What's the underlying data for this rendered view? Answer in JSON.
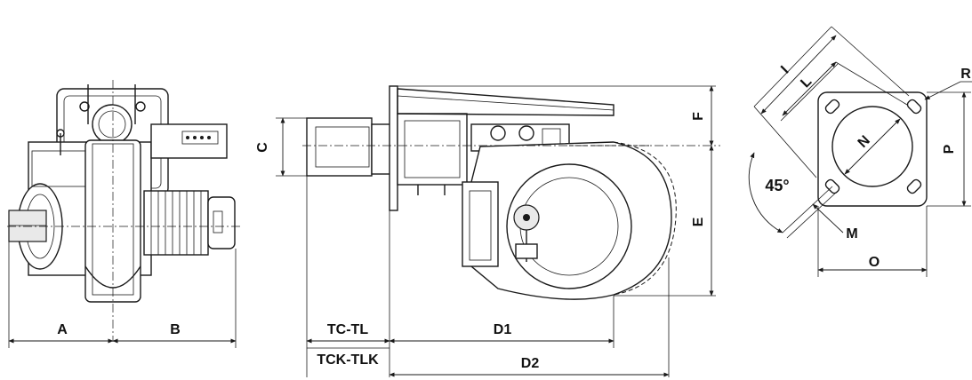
{
  "labels": {
    "A": "A",
    "B": "B",
    "C": "C",
    "F": "F",
    "E": "E",
    "TC_TL": "TC-TL",
    "TCK_TLK": "TCK-TLK",
    "D1": "D1",
    "D2": "D2",
    "I": "I",
    "L": "L",
    "R": "R",
    "N": "N",
    "P": "P",
    "angle": "45°",
    "M": "M",
    "O": "O"
  }
}
